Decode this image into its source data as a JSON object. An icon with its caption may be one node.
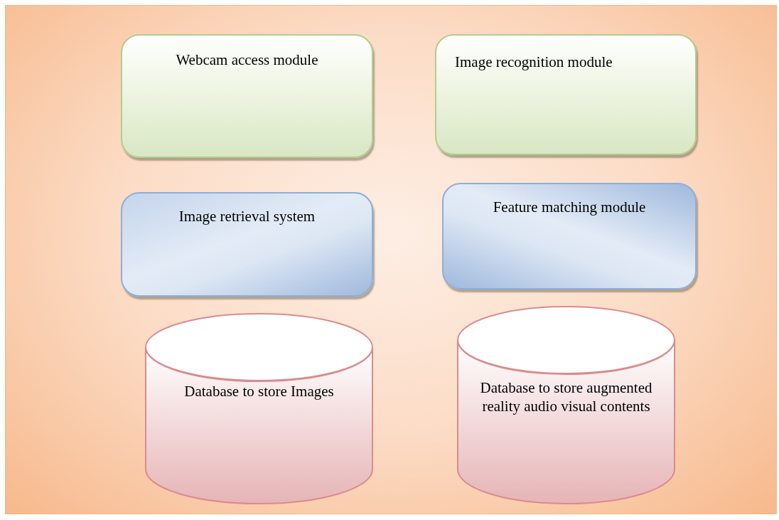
{
  "diagram": {
    "nodes": [
      {
        "text": [
          "Webcam access module"
        ]
      },
      {
        "text": [
          "Image recognition module"
        ]
      },
      {
        "text": [
          "Image retrieval system"
        ]
      },
      {
        "text": [
          "Feature matching module"
        ]
      },
      {
        "text": [
          "Database to store Images"
        ]
      },
      {
        "text": [
          "Database to store augmented reality audio visual contents"
        ]
      }
    ]
  }
}
